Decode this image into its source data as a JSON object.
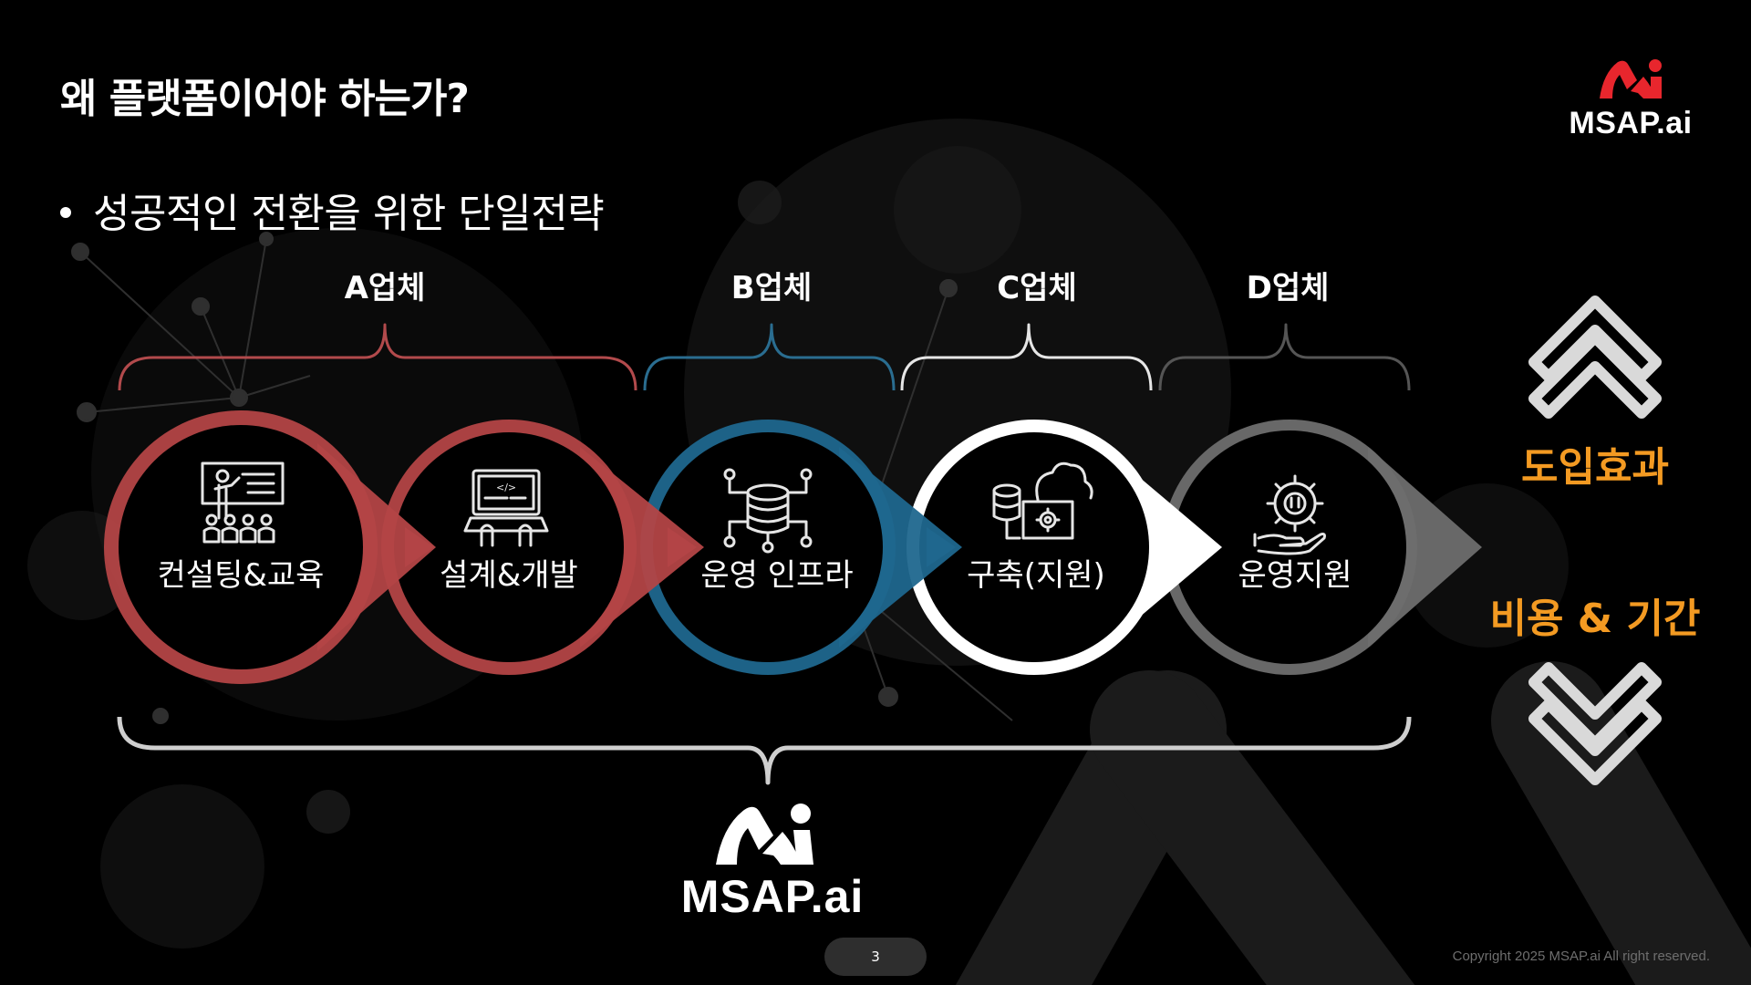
{
  "title": "왜 플랫폼이어야 하는가?",
  "bullet": "성공적인 전환을 위한 단일전략",
  "brand": {
    "name": "MSAP.ai",
    "accent": "#e8262d"
  },
  "vendors": [
    {
      "label": "A업체",
      "color": "#b24a4c"
    },
    {
      "label": "B업체",
      "color": "#2a6d90"
    },
    {
      "label": "C업체",
      "color": "#ffffff"
    },
    {
      "label": "D업체",
      "color": "#6a6a6a"
    }
  ],
  "steps": [
    {
      "label": "컨설팅&교육",
      "icon": "presentation-teacher-icon",
      "color": "#b34446"
    },
    {
      "label": "설계&개발",
      "icon": "laptop-code-icon",
      "color": "#b34446"
    },
    {
      "label": "운영 인프라",
      "icon": "database-network-icon",
      "color": "#1f678e"
    },
    {
      "label": "구축(지원)",
      "icon": "cloud-server-gear-icon",
      "color": "#ffffff"
    },
    {
      "label": "운영지원",
      "icon": "gear-support-hand-icon",
      "color": "#8a8a8a"
    }
  ],
  "effects": {
    "up_label": "도입효과",
    "down_label": "비용 & 기간",
    "color": "#f39a22"
  },
  "page_number": "3",
  "copyright": "Copyright 2025 MSAP.ai All right reserved."
}
